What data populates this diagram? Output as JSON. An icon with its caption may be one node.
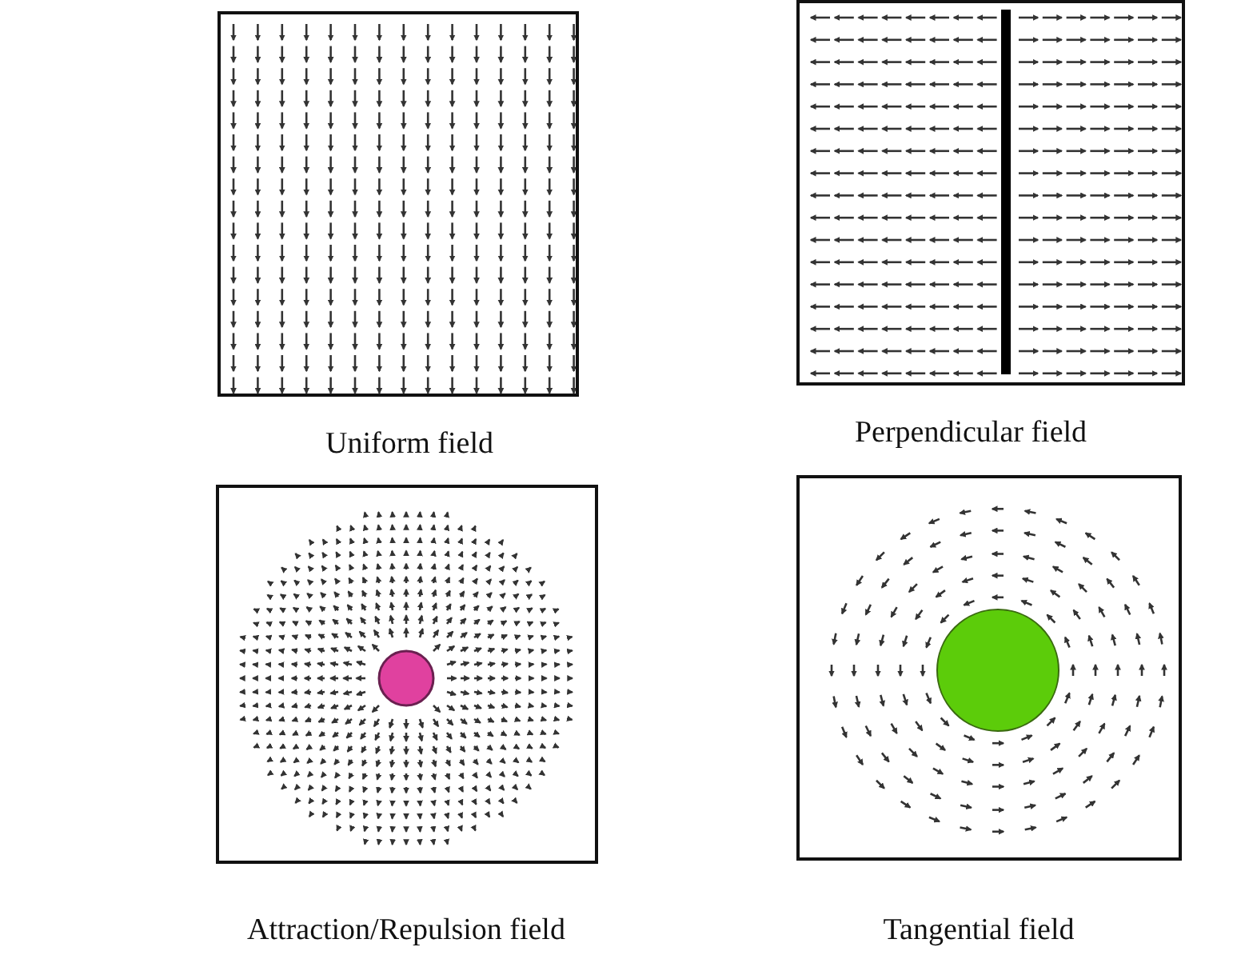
{
  "diagram": {
    "nodes": [
      {
        "text": [
          "Uniform field"
        ]
      },
      {
        "text": [
          "Perpendicular field"
        ]
      },
      {
        "text": [
          "Attraction/Repulsion field"
        ]
      },
      {
        "text": [
          "Tangential field"
        ]
      }
    ]
  }
}
